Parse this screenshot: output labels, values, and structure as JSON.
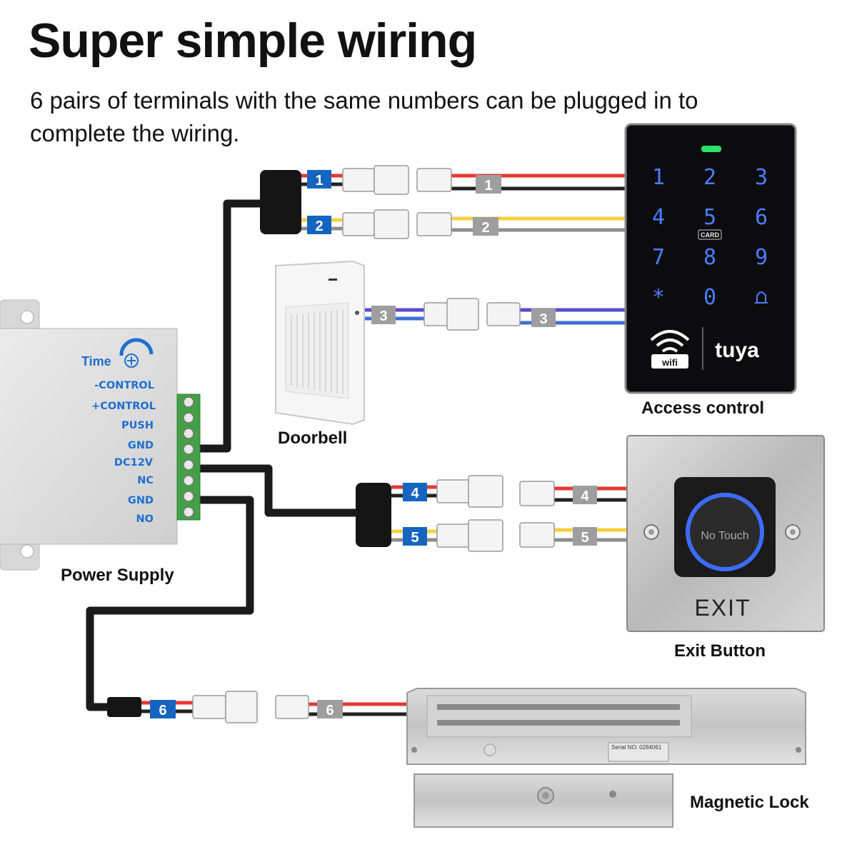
{
  "header": {
    "title": "Super simple wiring",
    "subtitle": "6 pairs of terminals with the same numbers can be plugged in to complete the wiring."
  },
  "components": {
    "power_supply": "Power Supply",
    "doorbell": "Doorbell",
    "access_control": "Access control",
    "exit_button": "Exit Button",
    "magnetic_lock": "Magnetic Lock"
  },
  "power_supply_panel": {
    "time_label": "Time",
    "terminals": [
      "-CONTROL",
      "+CONTROL",
      "PUSH",
      "GND",
      "DC12V",
      "NC",
      "GND",
      "NO"
    ]
  },
  "keypad": {
    "keys": [
      "1",
      "2",
      "3",
      "4",
      "5",
      "6",
      "7",
      "8",
      "9",
      "*",
      "0",
      "bell-icon"
    ],
    "card_label": "CARD",
    "wifi_label": "wifi",
    "brand": "tuya"
  },
  "exit_button_panel": {
    "touch_text": "No Touch",
    "exit_text": "EXIT"
  },
  "lock_plate": {
    "serial": "Serial NO: 0284061"
  },
  "wire_pairs": [
    "1",
    "2",
    "3",
    "4",
    "5",
    "6"
  ],
  "colors": {
    "blue_tag": "#1565c0",
    "grey_tag": "#9e9e9e",
    "red_wire": "#e53935",
    "black_wire": "#222222",
    "yellow_wire": "#f4d03f",
    "purple_wire": "#5b4bd1",
    "blue_wire": "#3f6fd8",
    "terminal_green": "#4caf50",
    "keypad_glow": "#4a7dff"
  }
}
